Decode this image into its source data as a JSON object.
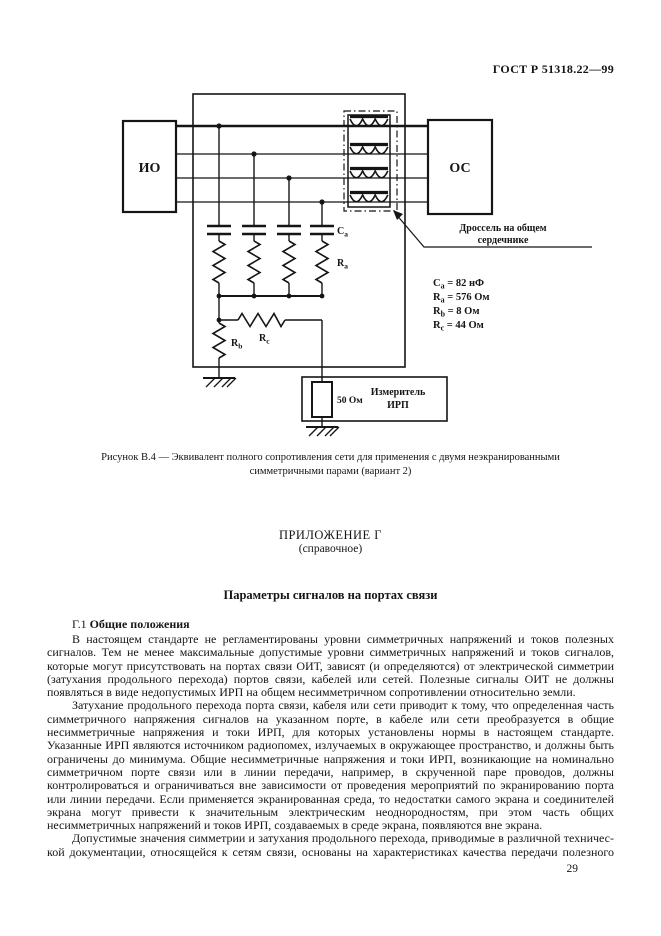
{
  "doc": {
    "header": "ГОСТ Р 51318.22—99",
    "page_number": "29"
  },
  "figure": {
    "eut_label": "ИО",
    "ae_label": "ОС",
    "choke_callout_line1": "Дроссель на общем",
    "choke_callout_line2": "сердечнике",
    "labels": {
      "ca": {
        "base": "C",
        "sub": "a"
      },
      "ra": {
        "base": "R",
        "sub": "a"
      },
      "rb": {
        "base": "R",
        "sub": "b"
      },
      "rc": {
        "base": "R",
        "sub": "c"
      }
    },
    "values": [
      {
        "base": "C",
        "sub": "a",
        "rest": " = 82 нФ"
      },
      {
        "base": "R",
        "sub": "a",
        "rest": " = 576 Ом"
      },
      {
        "base": "R",
        "sub": "b",
        "rest": " = 8 Ом"
      },
      {
        "base": "R",
        "sub": "c",
        "rest": " = 44 Ом"
      }
    ],
    "meter": {
      "resistor": "50 Ом",
      "name_line1": "Измеритель",
      "name_line2": "ИРП"
    },
    "caption_line1": "Рисунок В.4 — Эквивалент полного сопротивления сети для применения с двумя неэкранированными",
    "caption_line2": "симметричными парами (вариант 2)"
  },
  "appendix": {
    "heading": "ПРИЛОЖЕНИЕ Г",
    "subheading": "(справочное)",
    "title": "Параметры сигналов на портах связи",
    "section_number": "Г.1",
    "section_title": "Общие положения",
    "paragraphs": [
      "В настоящем стандарте не регламентированы уровни симметричных напряжений и токов полезных сигналов. Тем не менее максимальные допустимые уровни симметричных напряжений и токов сигналов, которые могут присутствовать на портах связи ОИТ, зависят (и определяются) от электрической симметрии (затухания продольного перехода) портов связи, кабелей или сетей. Полезные сигналы ОИТ не должны появляться в виде недопустимых ИРП на общем несимметричном сопротивлении относительно земли.",
      "Затухание продольного перехода порта связи, кабеля или сети приводит к тому, что определенная часть симметричного напряжения сигналов на указанном порте, в кабеле или сети преобразуется в общие несиммет­ричные напряжения и токи ИРП, для которых установлены нормы в настоящем стандарте. Указанные ИРП являются источником радиопомех, излучаемых в окружающее пространство, и должны быть ограничены до минимума. Общие несимметричные напряжения и токи ИРП, возникающие на номинально симметричном порте связи или в линии передачи, например, в скрученной паре проводов, должны контролироваться и ограничиваться вне зависимости от проведения мероприятий по экранированию порта или линии передачи. Если применяется экранированная среда, то недостатки самого экрана и соединителей экрана могут привести к значительным электрическим неоднородностям, при этом часть общих несимметричных напряжений и токов ИРП, создаваемых в среде экрана, появляются вне экрана.",
      "Допустимые значения симметрии и затухания продольного перехода, приводимые в различной техничес­кой документации, относящейся к сетям связи, основаны на характеристиках качества передачи полезного"
    ]
  }
}
